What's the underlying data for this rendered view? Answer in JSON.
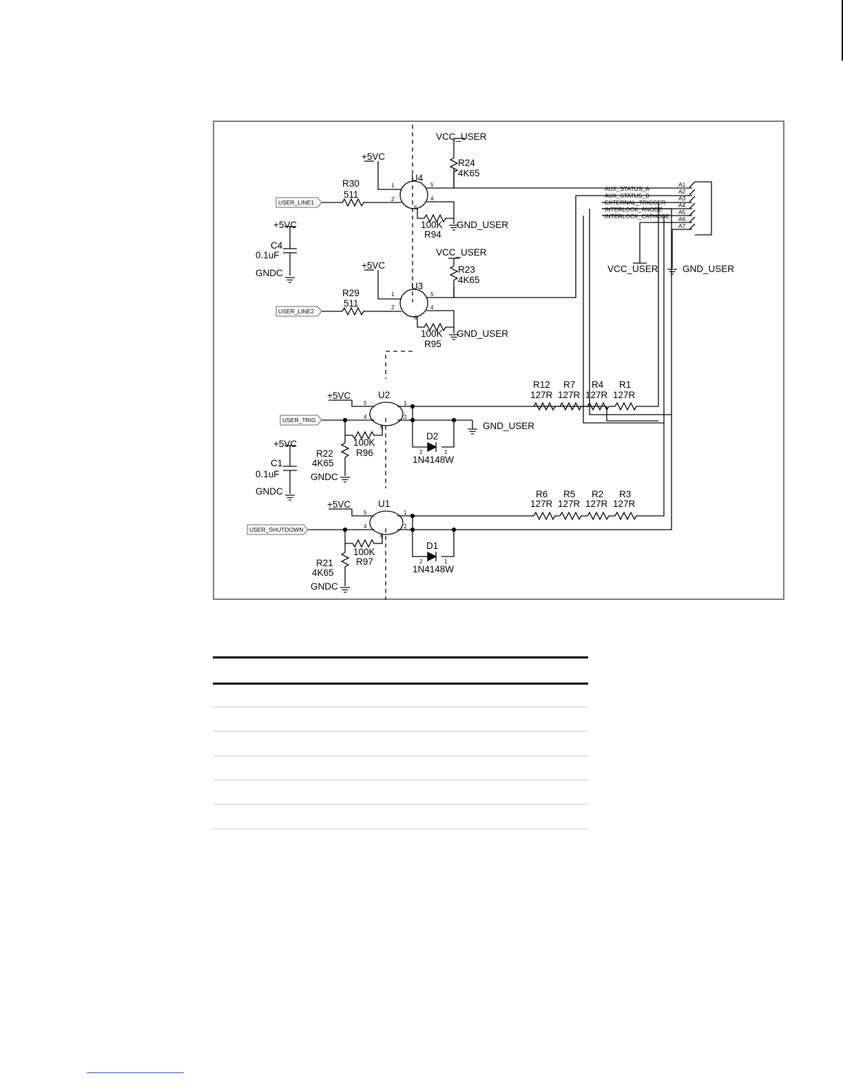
{
  "schematic": {
    "nets": {
      "vcc_user": "VCC_USER",
      "gnd_user": "GND_USER",
      "plus5vc": "+5VC",
      "gndc": "GNDC"
    },
    "inputs": {
      "user_line1": "USER_LINE1",
      "user_line2": "USER_LINE2",
      "user_trig": "USER_TRIG",
      "user_shutdown": "USER_SHUTDOWN"
    },
    "components": {
      "u4": "U4",
      "u3": "U3",
      "u2": "U2",
      "u1": "U1",
      "r30": "R30",
      "r30_val": "511",
      "r29": "R29",
      "r29_val": "511",
      "r24": "R24",
      "r24_val": "4K65",
      "r23": "R23",
      "r23_val": "4K65",
      "r94": "R94",
      "r94_val": "100K",
      "r95": "R95",
      "r95_val": "100K",
      "r96": "R96",
      "r96_val": "100K",
      "r97": "R97",
      "r97_val": "100K",
      "r22": "R22",
      "r22_val": "4K65",
      "r21": "R21",
      "r21_val": "4K65",
      "c4": "C4",
      "c4_val": "0.1uF",
      "c1": "C1",
      "c1_val": "0.1uF",
      "d2": "D2",
      "d1": "D1",
      "diode_part": "1N4148W",
      "r12": "R12",
      "r7": "R7",
      "r4": "R4",
      "r1": "R1",
      "r6": "R6",
      "r5": "R5",
      "r2": "R2",
      "r3": "R3",
      "r127": "127R"
    },
    "connector": {
      "signals": [
        "AUX_STATUS_A",
        "AUX_STATUS_B",
        "EXTERNAL_TRIGGER",
        "INTERLOCK_ANODE",
        "INTERLOCK_CATHODE"
      ],
      "pins": [
        "A1",
        "A2",
        "A3",
        "A4",
        "A5",
        "A6",
        "A7"
      ]
    },
    "pin_numbers": {
      "p1": "1",
      "p2": "2",
      "p4": "4",
      "p5": "5",
      "p6": "6"
    }
  }
}
